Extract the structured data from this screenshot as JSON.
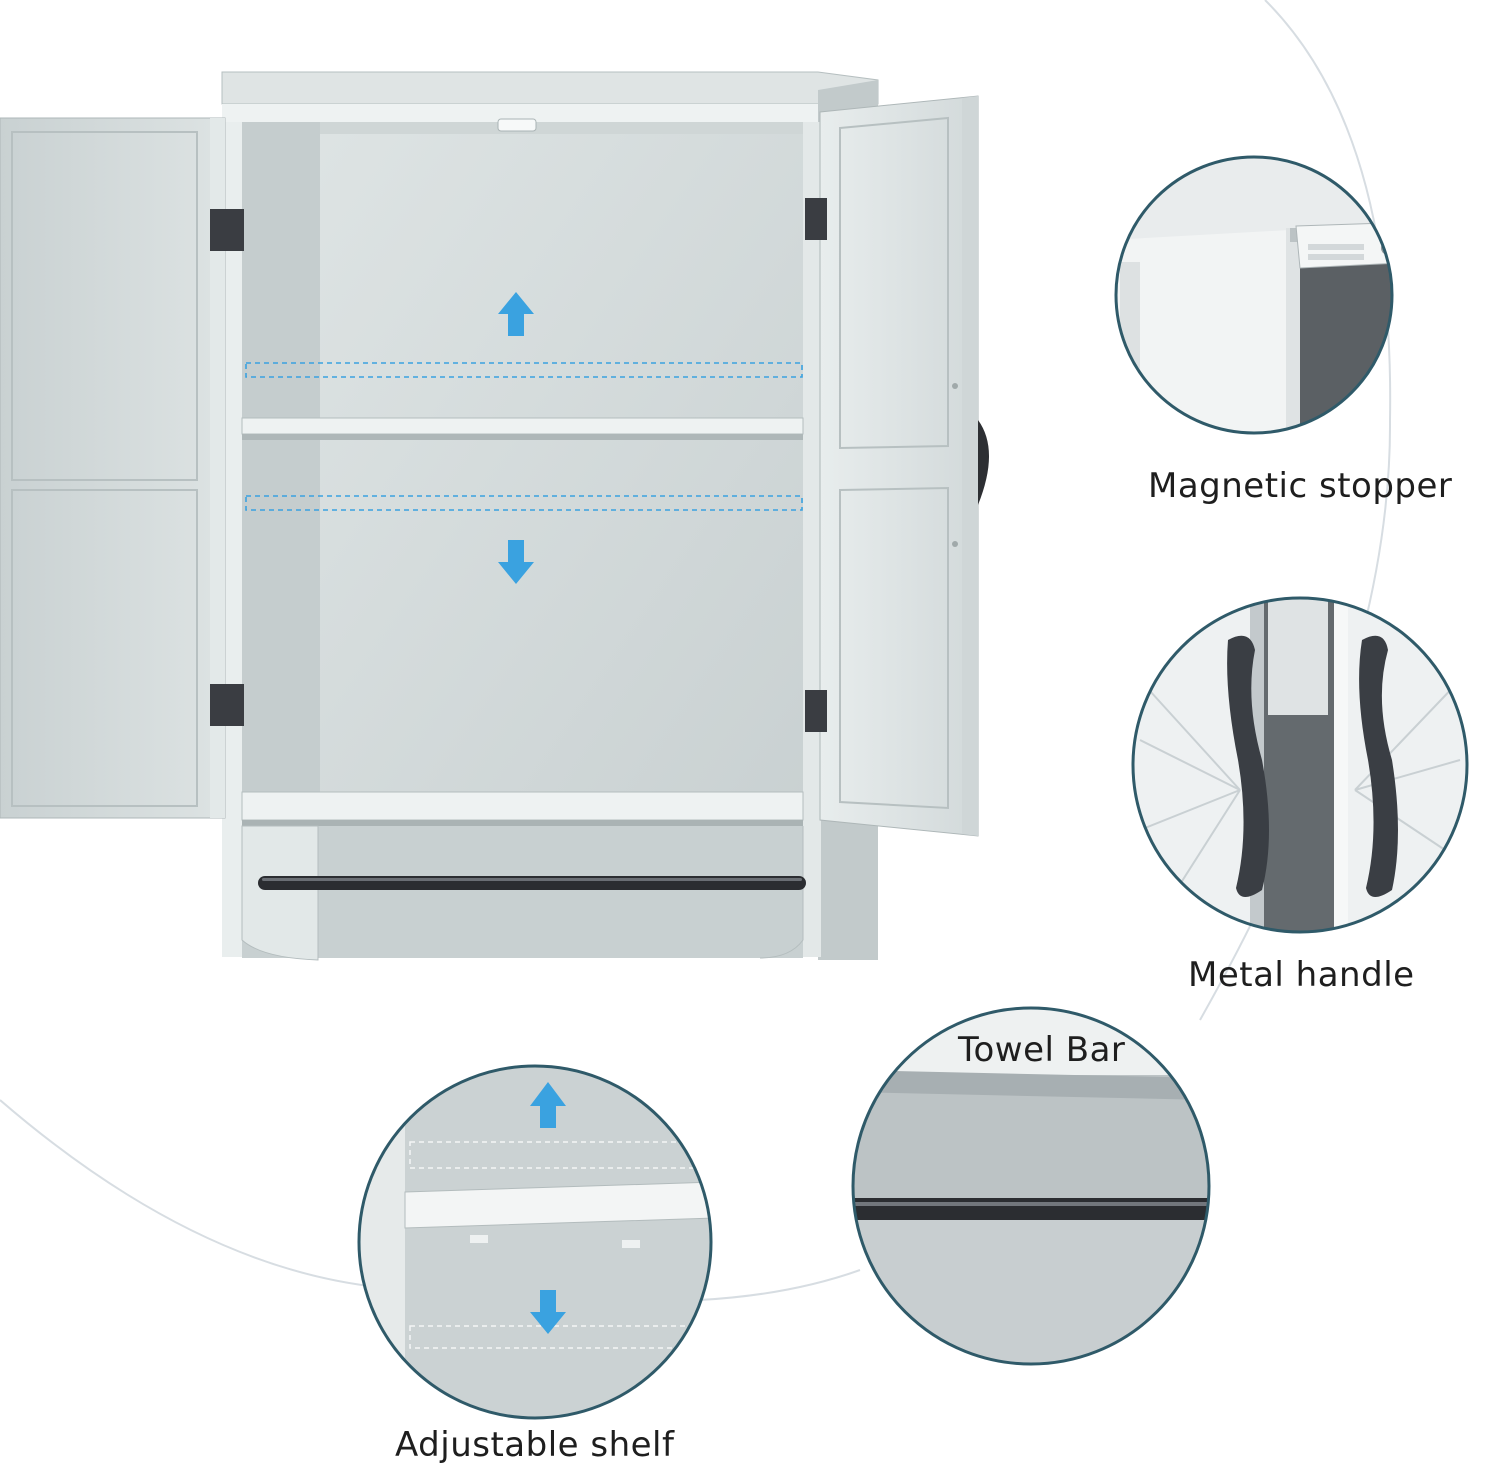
{
  "features": {
    "magnetic_stopper": {
      "label": "Magnetic stopper"
    },
    "metal_handle": {
      "label": "Metal handle"
    },
    "towel_bar": {
      "label": "Towel Bar"
    },
    "adjustable_shelf": {
      "label": "Adjustable shelf"
    }
  },
  "colors": {
    "cabinet_body": "#cfd6d6",
    "cabinet_light": "#e6ebeb",
    "cabinet_shadow": "#a9b2b3",
    "hinge": "#3a3d42",
    "rod": "#2b2d31",
    "arrow_blue": "#3aa2e0",
    "circle_border": "#2f5a69",
    "connector_line": "#d7dde2",
    "label_text": "#1e1e1e"
  },
  "icons": [
    "up-arrow-icon",
    "down-arrow-icon"
  ]
}
